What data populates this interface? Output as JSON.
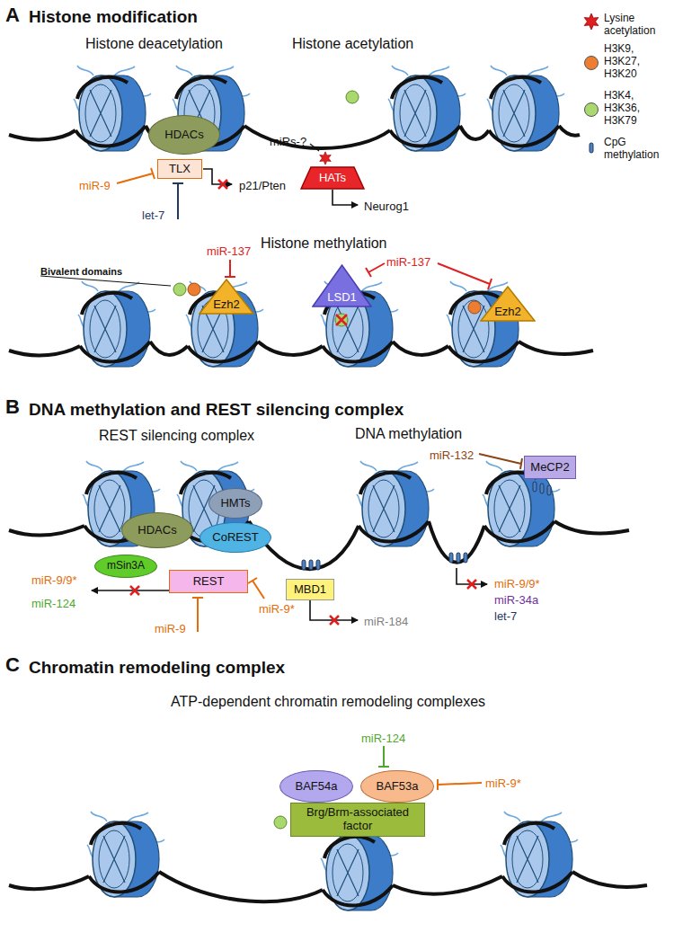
{
  "diagram": {
    "nodes": [
      {
        "text": [
          "HDACs"
        ]
      },
      {
        "text": [
          "TLX"
        ]
      },
      {
        "text": [
          "HATs"
        ]
      },
      {
        "text": [
          "Ezh2"
        ]
      },
      {
        "text": [
          "LSD1"
        ]
      },
      {
        "text": [
          "Ezh2"
        ]
      },
      {
        "text": [
          "MeCP2"
        ]
      },
      {
        "text": [
          "HDACs"
        ]
      },
      {
        "text": [
          "HMTs"
        ]
      },
      {
        "text": [
          "CoREST"
        ]
      },
      {
        "text": [
          "mSin3A"
        ]
      },
      {
        "text": [
          "REST"
        ]
      },
      {
        "text": [
          "MBD1"
        ]
      },
      {
        "text": [
          "BAF54a"
        ]
      },
      {
        "text": [
          "BAF53a"
        ]
      },
      {
        "text": [
          "Brg/Brm-associated factor"
        ]
      }
    ],
    "labels": [
      "A",
      "Histone modification",
      "Histone deacetylation",
      "Histone acetylation",
      "miR-9",
      "let-7",
      "p21/Pten",
      "miRs-?",
      "Neurog1",
      "Histone methylation",
      "Bivalent domains",
      "miR-137",
      "miR-137",
      "B",
      "DNA methylation and REST silencing complex",
      "REST silencing complex",
      "DNA methylation",
      "miR-132",
      "miR-9/9*",
      "miR-124",
      "miR-9",
      "miR-9*",
      "miR-184",
      "miR-9/9*",
      "miR-34a",
      "let-7",
      "C",
      "Chromatin remodeling complex",
      "ATP-dependent chromatin remodeling complexes",
      "miR-124",
      "miR-9*"
    ],
    "legend": [
      {
        "text": "Lysine acetylation"
      },
      {
        "text": "H3K9, H3K27, H3K20",
        "color": "#ed7d31"
      },
      {
        "text": "H3K4, H3K36, H3K79",
        "color": "#a9d86e"
      },
      {
        "text": "CpG methylation"
      }
    ]
  }
}
